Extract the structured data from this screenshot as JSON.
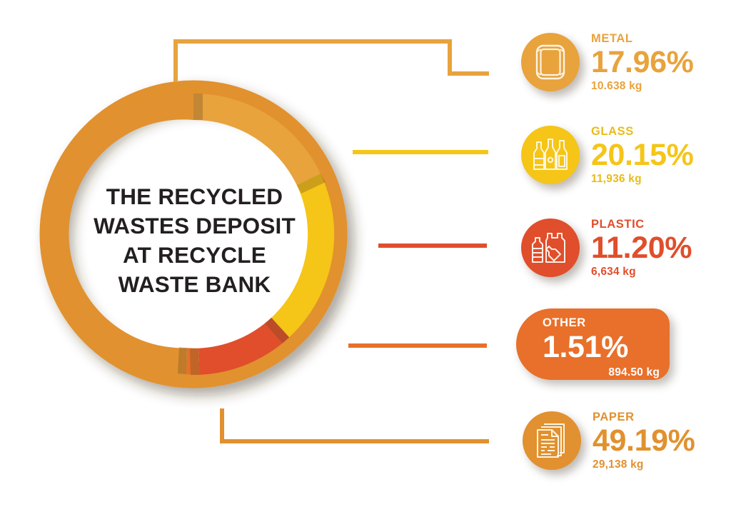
{
  "title": "THE RECYCLED\nWASTES DEPOSIT\nAT RECYCLE\nWASTE BANK",
  "colors": {
    "metal": "#E8A33D",
    "glass": "#F5C518",
    "plastic": "#E04E2B",
    "other": "#E8702A",
    "paper": "#E1912F",
    "title_text": "#231f20",
    "background": "#FFFFFF",
    "other_card_text": "#FFFFFF"
  },
  "chart_data": {
    "type": "pie",
    "title": "THE RECYCLED WASTES DEPOSIT AT RECYCLE WASTE BANK",
    "categories": [
      "METAL",
      "GLASS",
      "PLASTIC",
      "OTHER",
      "PAPER"
    ],
    "values": [
      17.96,
      20.15,
      11.2,
      1.51,
      49.19
    ],
    "unit": "%",
    "weights_kg": [
      "10.638 kg",
      "11,936 kg",
      "6,634 kg",
      "894.50 kg",
      "29,138 kg"
    ],
    "colors": [
      "#E8A33D",
      "#F5C518",
      "#E04E2B",
      "#E8702A",
      "#E1912F"
    ],
    "legend_position": "right",
    "donut": true,
    "start_angle_deg": -90
  },
  "legend": [
    {
      "key": "metal",
      "label": "METAL",
      "percent": "17.96%",
      "weight": "10.638 kg",
      "icon": "metal-can-icon",
      "color": "#E8A33D"
    },
    {
      "key": "glass",
      "label": "GLASS",
      "percent": "20.15%",
      "weight": "11,936 kg",
      "icon": "glass-bottles-icon",
      "color": "#F5C518"
    },
    {
      "key": "plastic",
      "label": "PLASTIC",
      "percent": "11.20%",
      "weight": "6,634 kg",
      "icon": "plastic-bottle-bag-icon",
      "color": "#E04E2B"
    },
    {
      "key": "other",
      "label": "OTHER",
      "percent": "1.51%",
      "weight": "894.50 kg",
      "icon": "none",
      "color": "#E8702A"
    },
    {
      "key": "paper",
      "label": "PAPER",
      "percent": "49.19%",
      "weight": "29,138 kg",
      "icon": "paper-documents-icon",
      "color": "#E1912F"
    }
  ]
}
